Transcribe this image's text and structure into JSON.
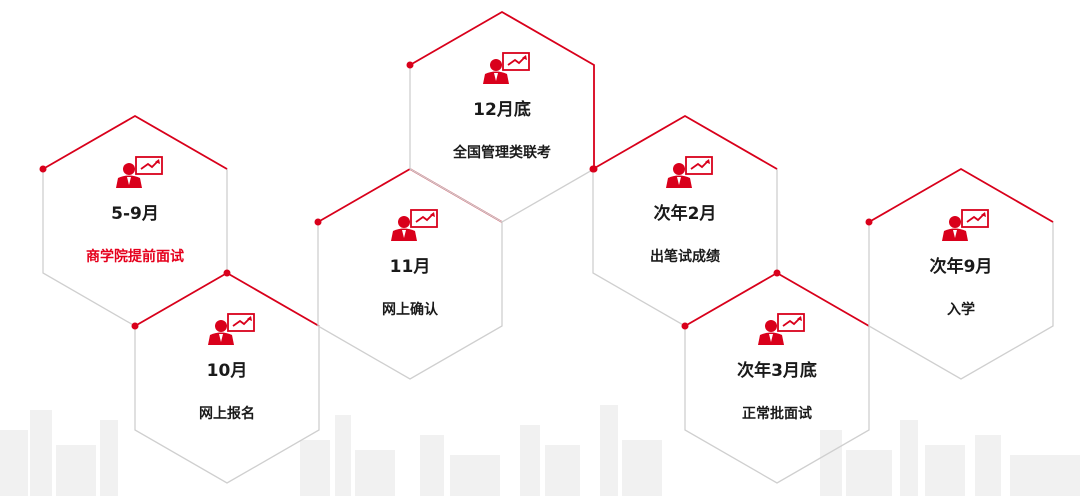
{
  "accent_color": "#d9001b",
  "icon": "presenter-board-icon",
  "steps": [
    {
      "date": "5-9月",
      "event": "商学院提前面试",
      "highlight": true
    },
    {
      "date": "10月",
      "event": "网上报名",
      "highlight": false
    },
    {
      "date": "11月",
      "event": "网上确认",
      "highlight": false
    },
    {
      "date": "12月底",
      "event": "全国管理类联考",
      "highlight": false
    },
    {
      "date": "次年2月",
      "event": "出笔试成绩",
      "highlight": false
    },
    {
      "date": "次年3月底",
      "event": "正常批面试",
      "highlight": false
    },
    {
      "date": "次年9月",
      "event": "入学",
      "highlight": false
    }
  ]
}
